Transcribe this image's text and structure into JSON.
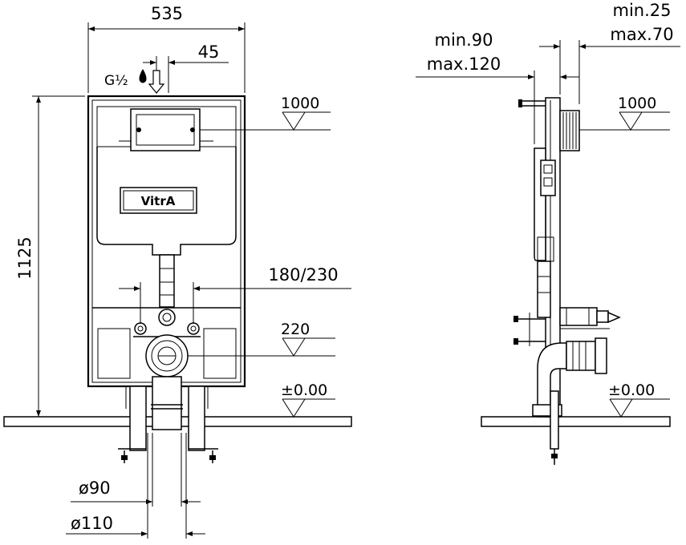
{
  "front_view": {
    "dim_width": "535",
    "dim_offset": "45",
    "dim_height": "1125",
    "dim_pipe_spacing": "180/230",
    "dim_flush_level": "1000",
    "dim_outlet_level": "220",
    "dim_floor_level": "±0.00",
    "dim_inner_dia": "ø90",
    "dim_outer_dia": "ø110",
    "inlet_label": "G½",
    "brand_logo": "VitrA"
  },
  "side_view": {
    "dim_depth_min": "min.90",
    "dim_depth_max": "max.120",
    "dim_wall_min": "min.25",
    "dim_wall_max": "max.70",
    "dim_flush_level": "1000",
    "dim_floor_level": "±0.00"
  }
}
